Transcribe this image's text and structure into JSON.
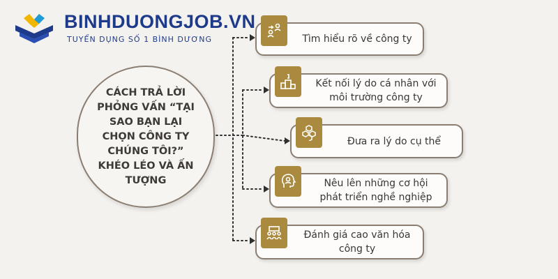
{
  "brand": {
    "name": "BINHDUONGJOB.VN",
    "tagline": "TUYỂN DỤNG SỐ 1 BÌNH DƯƠNG",
    "primary_color": "#1e3a8a"
  },
  "center": {
    "title": "CÁCH TRẢ LỜI PHỎNG VẤN “TẠI SAO BẠN LẠI CHỌN CÔNG TY CHÚNG TÔI?” KHÉO LÉO VÀ ẤN TƯỢNG"
  },
  "items": [
    {
      "label": "Tìm hiểu rõ về công ty",
      "icon": "people-exchange-icon"
    },
    {
      "label": "Kết nối lý do cá nhân với môi trường công ty",
      "icon": "podium-icon"
    },
    {
      "label": "Đưa ra lý do cụ thể",
      "icon": "cubes-icon"
    },
    {
      "label": "Nêu lên những cơ hội phát triển nghề nghiệp",
      "icon": "head-person-icon"
    },
    {
      "label": "Đánh giá cao văn hóa công ty",
      "icon": "team-icon"
    }
  ],
  "colors": {
    "accent_gold": "#a98a3e",
    "border": "#8a7e72",
    "background": "#f4f2ef"
  }
}
